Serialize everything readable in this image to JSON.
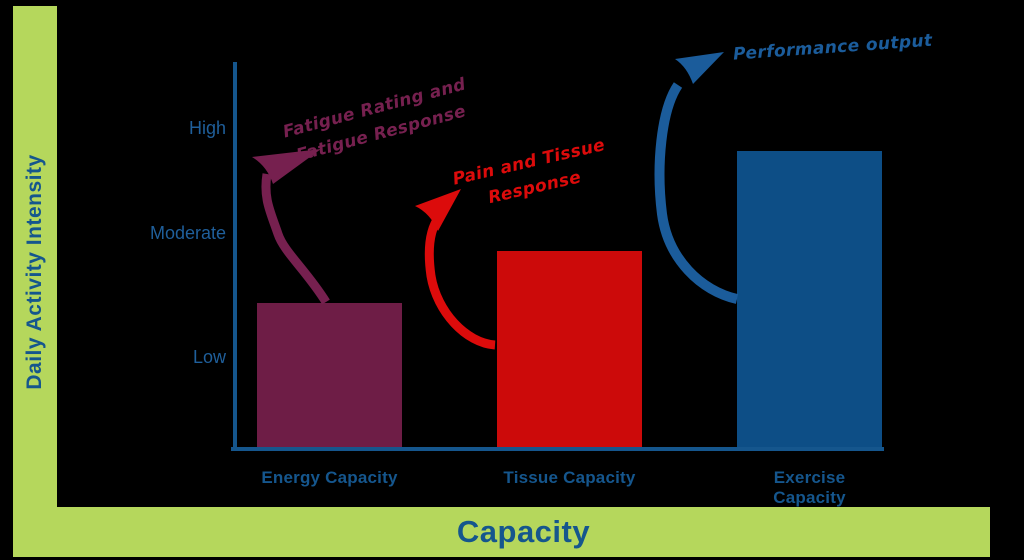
{
  "canvas": {
    "background": "#000000",
    "band_color": "#b5d75c"
  },
  "ylabel_band": {
    "label": "Daily Activity Intensity",
    "text_color": "#15568d"
  },
  "xlabel_band": {
    "label": "Capacity",
    "text_color": "#15568d"
  },
  "chart_data": {
    "type": "bar",
    "title": "Capacity",
    "xlabel": "Capacity",
    "ylabel": "Daily Activity Intensity",
    "categories": [
      "Energy Capacity",
      "Tissue Capacity",
      "Exercise Capacity"
    ],
    "values_percent": [
      37,
      50.5,
      76.3
    ],
    "value_descriptions": [
      "between Low and Moderate",
      "just below Moderate",
      "just below High"
    ],
    "bar_colors": [
      "#6e1d46",
      "#cc0a0a",
      "#0d4e86"
    ],
    "y_ticks": [
      {
        "label": "Low",
        "percent": 24
      },
      {
        "label": "Moderate",
        "percent": 56
      },
      {
        "label": "High",
        "percent": 83
      }
    ],
    "axis_color": "#15568d",
    "tick_label_color": "#1f5f9b",
    "category_label_color": "#15568d",
    "grid": false,
    "legend": "none",
    "annotations": [
      {
        "lines": [
          "Fatigue Rating and",
          "Fatigue Response"
        ],
        "color": "#76204f",
        "arrow_from_bar": "Energy Capacity"
      },
      {
        "lines": [
          "Pain and Tissue",
          "Response"
        ],
        "color": "#dc0b0b",
        "arrow_from_bar": "Tissue Capacity"
      },
      {
        "lines": [
          "Performance output"
        ],
        "color": "#1b5c9b",
        "arrow_from_bar": "Exercise Capacity"
      }
    ]
  }
}
